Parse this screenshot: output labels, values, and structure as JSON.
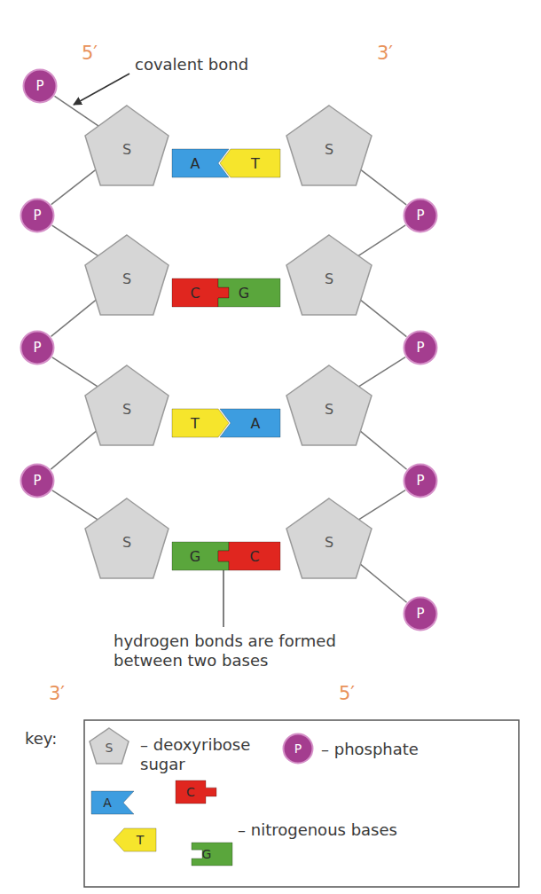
{
  "diagram": {
    "nodes": [
      {
        "text": [
          "P"
        ]
      },
      {
        "text": [
          "S"
        ]
      },
      {
        "text": [
          "A"
        ]
      },
      {
        "text": [
          "T"
        ]
      },
      {
        "text": [
          "S"
        ]
      },
      {
        "text": [
          "P"
        ]
      },
      {
        "text": [
          "P"
        ]
      },
      {
        "text": [
          "S"
        ]
      },
      {
        "text": [
          "C"
        ]
      },
      {
        "text": [
          "G"
        ]
      },
      {
        "text": [
          "S"
        ]
      },
      {
        "text": [
          "P"
        ]
      },
      {
        "text": [
          "P"
        ]
      },
      {
        "text": [
          "S"
        ]
      },
      {
        "text": [
          "T"
        ]
      },
      {
        "text": [
          "A"
        ]
      },
      {
        "text": [
          "S"
        ]
      },
      {
        "text": [
          "P"
        ]
      },
      {
        "text": [
          "P"
        ]
      },
      {
        "text": [
          "S"
        ]
      },
      {
        "text": [
          "G"
        ]
      },
      {
        "text": [
          "C"
        ]
      },
      {
        "text": [
          "S"
        ]
      },
      {
        "text": [
          "P"
        ]
      },
      {
        "text": [
          "S"
        ]
      },
      {
        "text": [
          "P"
        ]
      },
      {
        "text": [
          "A"
        ]
      },
      {
        "text": [
          "C"
        ]
      },
      {
        "text": [
          "T"
        ]
      },
      {
        "text": [
          "G"
        ]
      }
    ],
    "edges": [
      {
        "from": 0,
        "to": 1,
        "arrow": "none"
      },
      {
        "from": 1,
        "to": 5,
        "arrow": "none"
      },
      {
        "from": 5,
        "to": 7,
        "arrow": "none"
      },
      {
        "from": 7,
        "to": 11,
        "arrow": "none"
      },
      {
        "from": 11,
        "to": 13,
        "arrow": "none"
      },
      {
        "from": 13,
        "to": 17,
        "arrow": "none"
      },
      {
        "from": 17,
        "to": 19,
        "arrow": "none"
      },
      {
        "from": 4,
        "to": 6,
        "arrow": "none"
      },
      {
        "from": 6,
        "to": 10,
        "arrow": "none"
      },
      {
        "from": 10,
        "to": 12,
        "arrow": "none"
      },
      {
        "from": 12,
        "to": 16,
        "arrow": "none"
      },
      {
        "from": 16,
        "to": 18,
        "arrow": "none"
      },
      {
        "from": 18,
        "to": 22,
        "arrow": "none"
      },
      {
        "from": 22,
        "to": 23,
        "arrow": "none"
      }
    ],
    "labels": [
      "5′",
      "3′",
      "covalent bond",
      "hydrogen bonds are formed between two bases",
      "3′",
      "5′",
      "key:"
    ],
    "legend": [
      {
        "text": "– deoxyribose sugar"
      },
      {
        "text": "– phosphate"
      },
      {
        "text": "– nitrogenous bases"
      }
    ]
  }
}
